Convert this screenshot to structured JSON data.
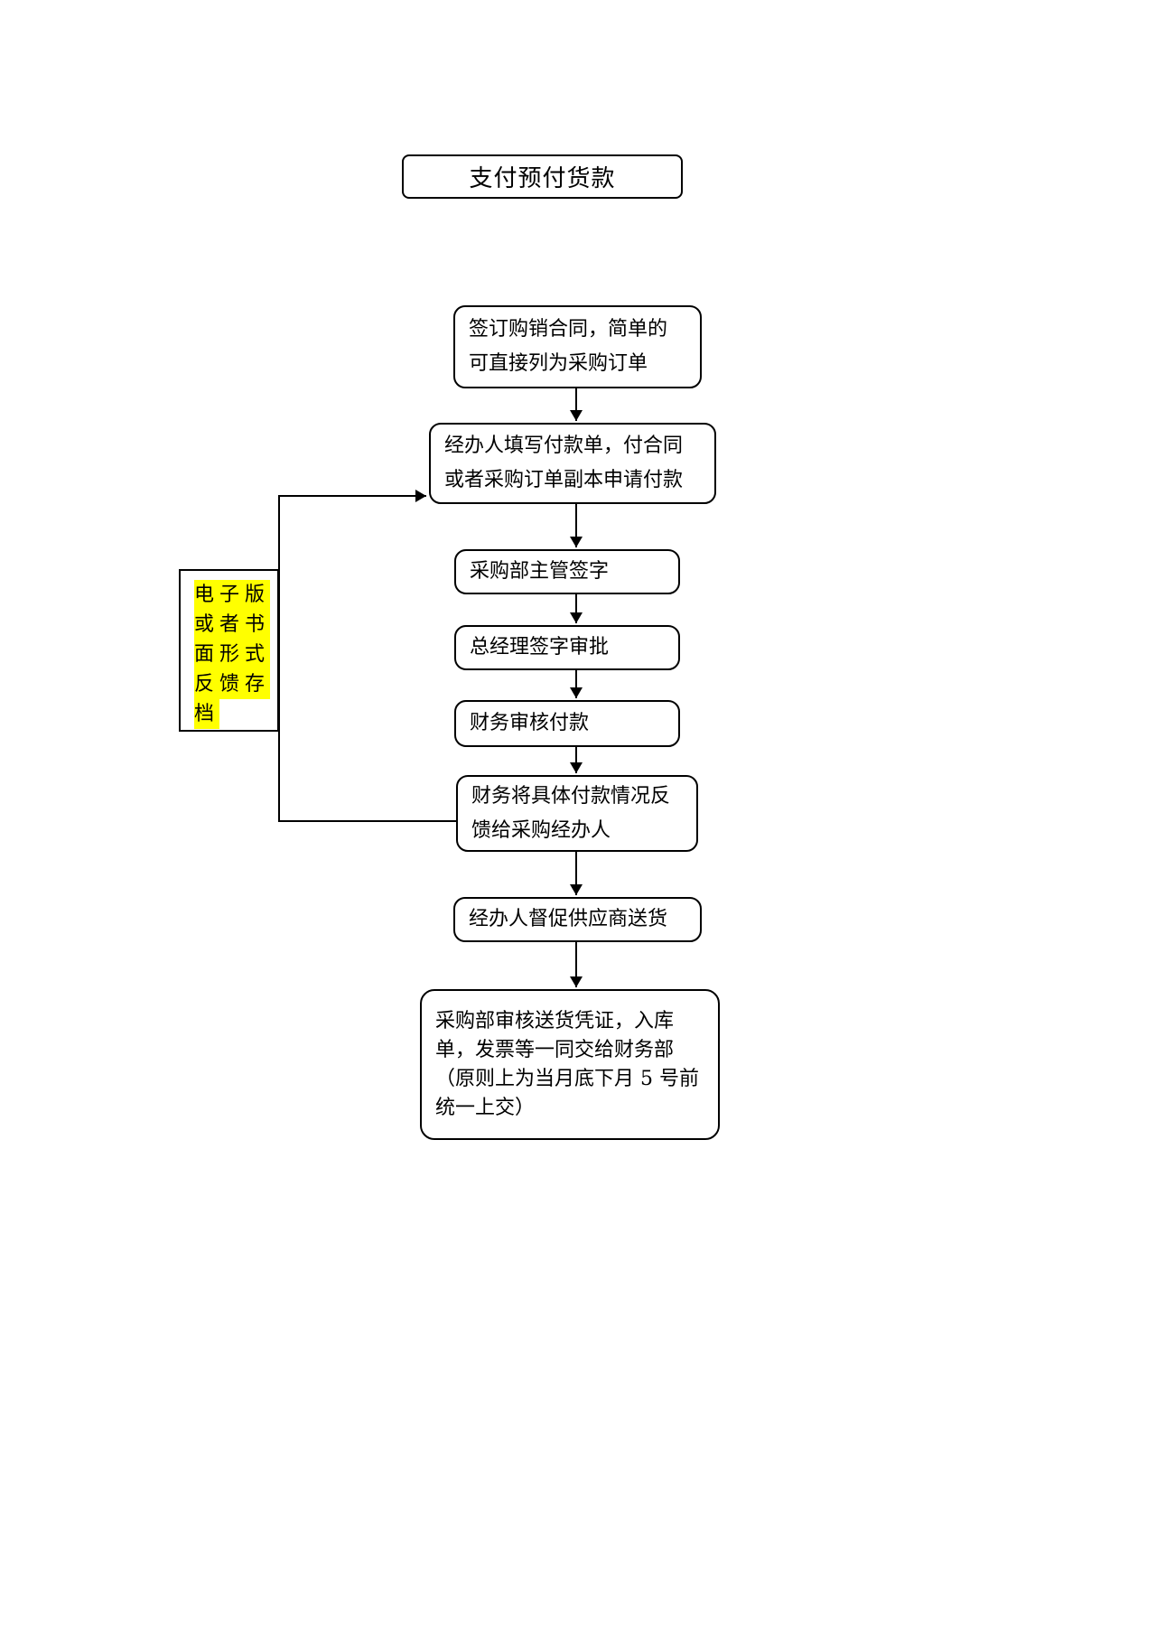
{
  "page": {
    "background_color": "#ffffff",
    "stroke_color": "#000000",
    "highlight_color": "#ffff00"
  },
  "diagram": {
    "title": "支付预付货款",
    "steps": [
      {
        "id": "sign-contract",
        "label": "签订购销合同，简单的\n可直接列为采购订单"
      },
      {
        "id": "fill-payment-form",
        "label": "经办人填写付款单，付合同\n或者采购订单副本申请付款"
      },
      {
        "id": "purchasing-manager-sign",
        "label": "采购部主管签字"
      },
      {
        "id": "general-manager-approve",
        "label": "总经理签字审批"
      },
      {
        "id": "finance-review-payment",
        "label": "财务审核付款"
      },
      {
        "id": "finance-feedback",
        "label": "财务将具体付款情况反\n馈给采购经办人"
      },
      {
        "id": "urge-supplier-delivery",
        "label": "经办人督促供应商送货"
      },
      {
        "id": "submit-documents",
        "label": "采购部审核送货凭证，入库\n单，发票等一同交给财务部\n（原则上为当月底下月 5 号前\n统一上交）"
      }
    ],
    "annotation": {
      "lines": [
        "电子版",
        "或者书",
        "面形式",
        "反馈存",
        "档"
      ]
    }
  }
}
